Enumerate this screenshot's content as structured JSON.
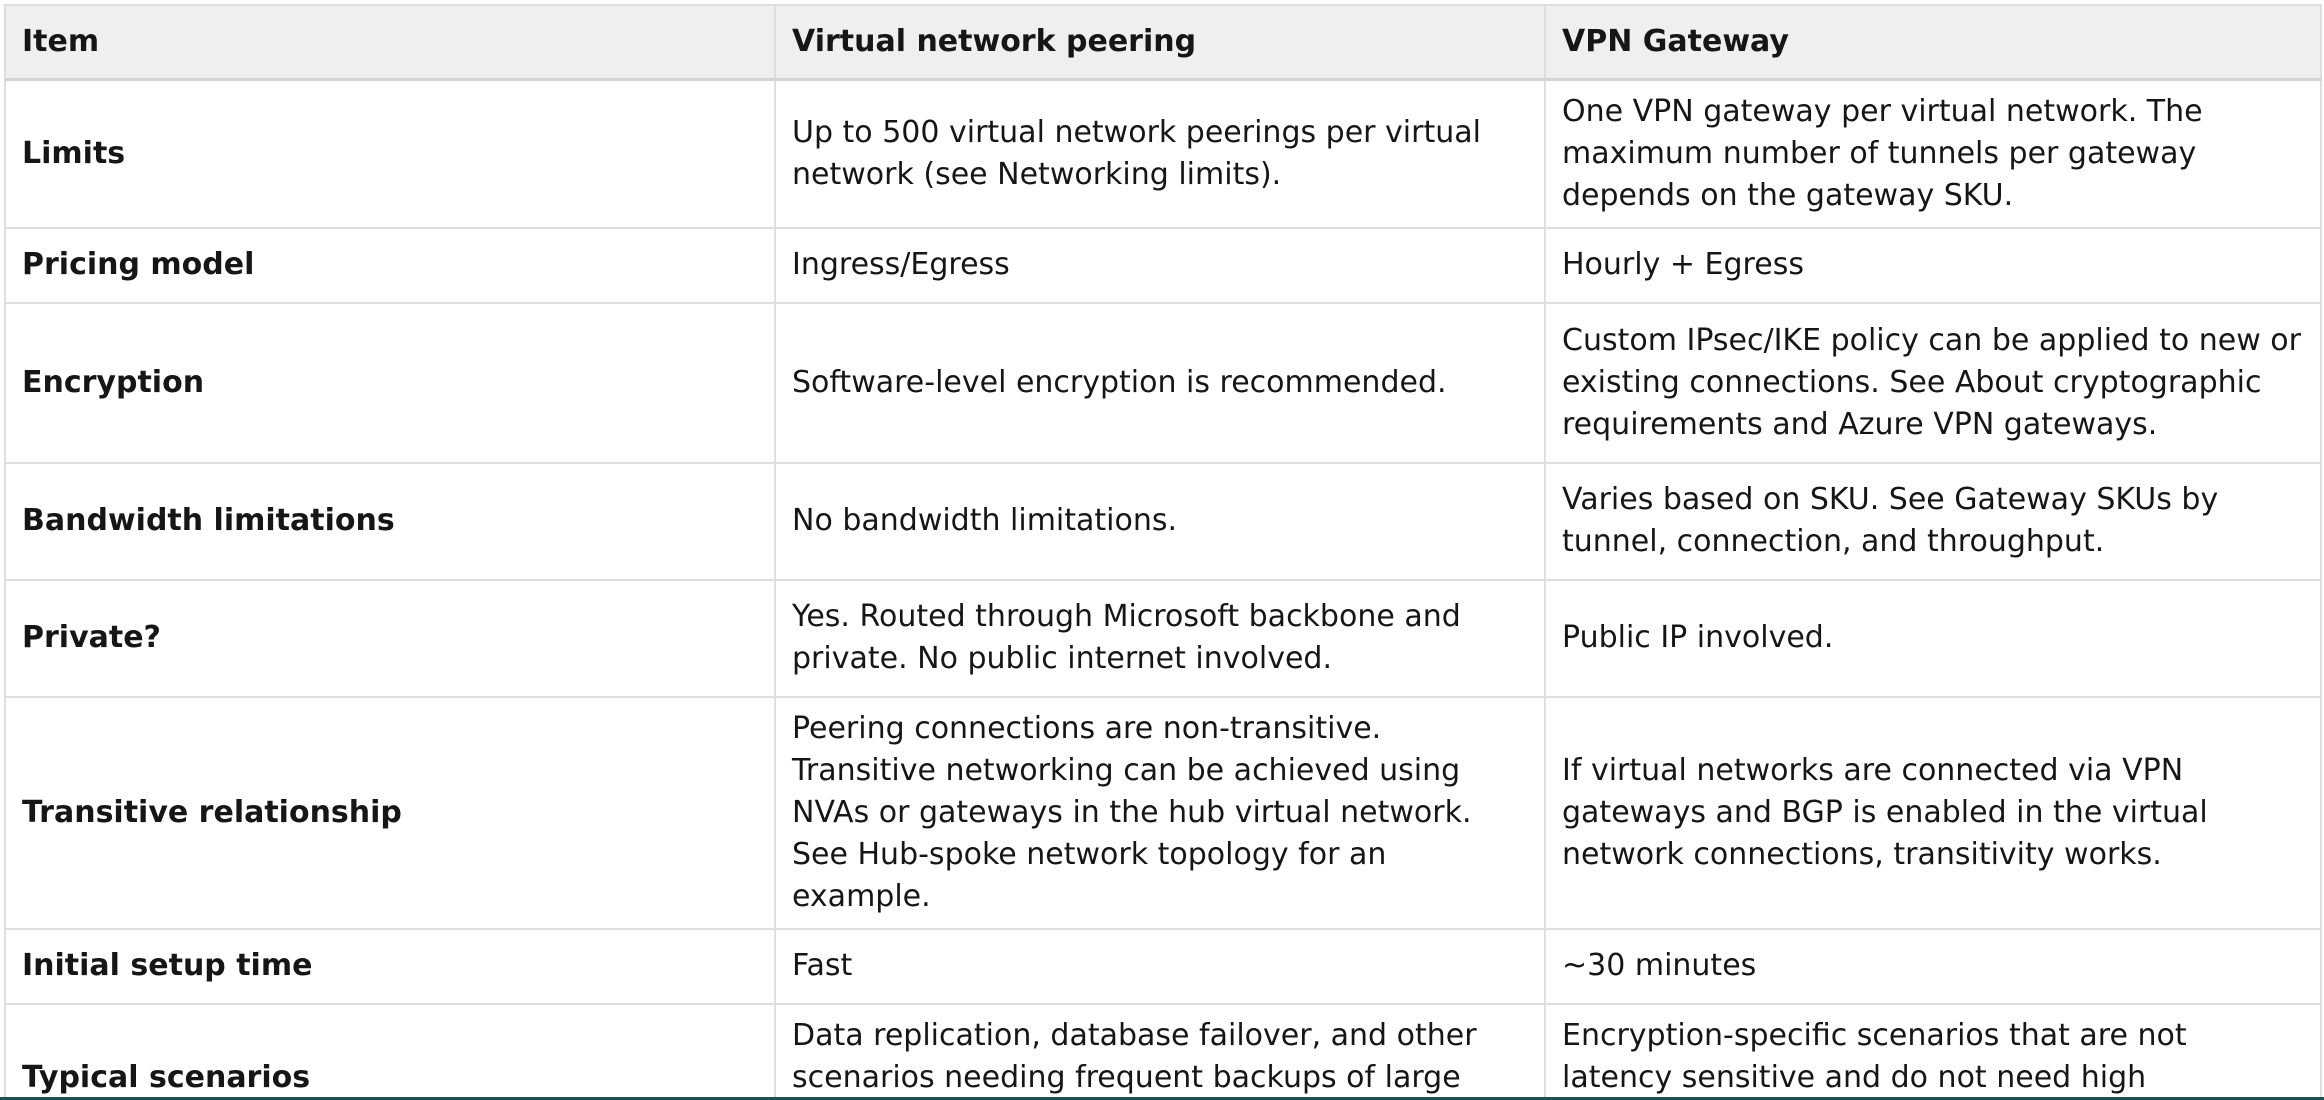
{
  "table": {
    "headers": [
      "Item",
      "Virtual network peering",
      "VPN Gateway"
    ],
    "rows": [
      {
        "item": "Limits",
        "peering": "Up to 500 virtual network peerings per virtual network (see Networking limits).",
        "vpn": "One VPN gateway per virtual network. The maximum number of tunnels per gateway depends on the gateway SKU."
      },
      {
        "item": "Pricing model",
        "peering": "Ingress/Egress",
        "vpn": "Hourly + Egress"
      },
      {
        "item": "Encryption",
        "peering": "Software-level encryption is recommended.",
        "vpn": "Custom IPsec/IKE policy can be applied to new or existing connections. See About cryptographic requirements and Azure VPN gateways."
      },
      {
        "item": "Bandwidth limitations",
        "peering": "No bandwidth limitations.",
        "vpn": "Varies based on SKU. See Gateway SKUs by tunnel, connection, and throughput."
      },
      {
        "item": "Private?",
        "peering": "Yes. Routed through Microsoft backbone and private. No public internet involved.",
        "vpn": "Public IP involved."
      },
      {
        "item": "Transitive relationship",
        "peering": "Peering connections are non-transitive. Transitive networking can be achieved using NVAs or gateways in the hub virtual network. See Hub-spoke network topology for an example.",
        "vpn": "If virtual networks are connected via VPN gateways and BGP is enabled in the virtual network connections, transitivity works."
      },
      {
        "item": "Initial setup time",
        "peering": "Fast",
        "vpn": "~30 minutes"
      },
      {
        "item": "Typical scenarios",
        "peering": "Data replication, database failover, and other scenarios needing frequent backups of large data.",
        "vpn": "Encryption-specific scenarios that are not latency sensitive and do not need high throughout."
      }
    ]
  },
  "colors": {
    "header_bg": "#efefef",
    "border": "#dedede",
    "text": "#161616",
    "bottom_rule": "#1f4f4f"
  }
}
